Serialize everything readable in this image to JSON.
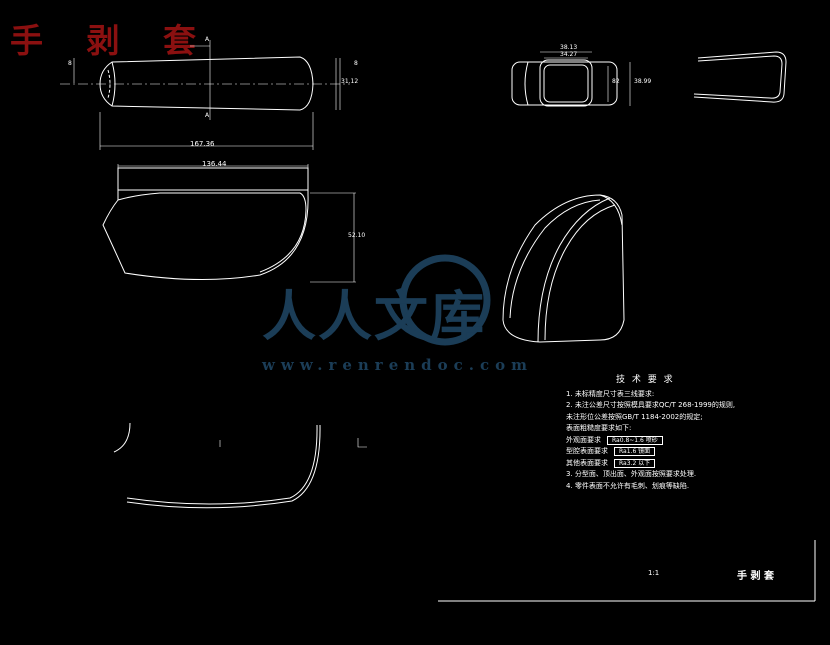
{
  "brand": {
    "title": "手 剥 套"
  },
  "watermark": {
    "site": "www.renrendoc.com",
    "text": "人人文库"
  },
  "dims": {
    "side_length": "167.36",
    "side_height": "31.12",
    "side_left": "8",
    "side_right": "8",
    "section_a": "A",
    "section_a2": "A",
    "front_width": "136.44",
    "front_height": "52.10",
    "top_outer": "38.13",
    "top_inner": "34.27",
    "top_height": "38.99",
    "top_inner_h": "82"
  },
  "tech_notes": {
    "title": "技 术 要 求",
    "lines": [
      "1. 未标精度尺寸表三线要求:",
      "2. 未注公差尺寸按照模具要求QC/T 268-1999的规则,",
      "   未注形位公差按照GB/T 1184-2002的规定;",
      "   表面粗糙度要求如下:",
      "   外观面要求",
      "   型腔表面要求",
      "   其他表面要求",
      "3. 分型面、顶出面、外观面按照要求处理.",
      "4. 零件表面不允许有毛刺、划痕等缺陷."
    ],
    "boxes": [
      "Ra0.8~1.6 喷砂",
      "Ra1.6 镜面",
      "Ra3.2 以下"
    ]
  },
  "title_block": {
    "scale": "1:1",
    "part_name": "手 剥 套"
  }
}
